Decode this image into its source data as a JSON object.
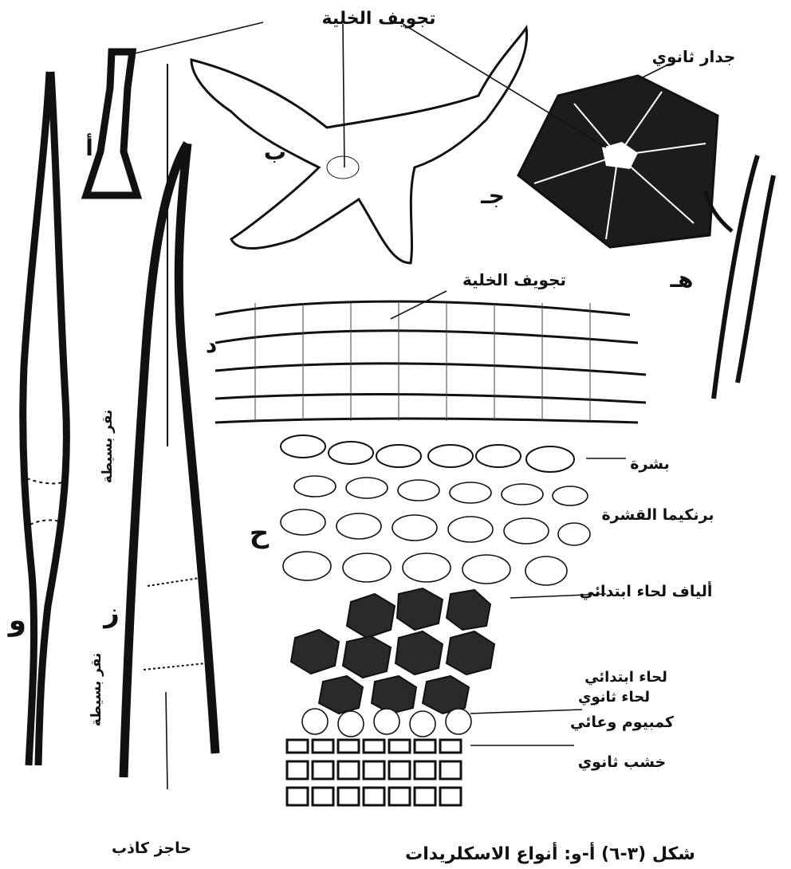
{
  "labels": {
    "cell_lumen_top": "تجويف الخلية",
    "secondary_wall": "جدار ثانوي",
    "cell_lumen_mid": "تجويف الخلية",
    "epidermis": "بشرة",
    "cortex_parenchyma": "برنكيما القشرة",
    "primary_phloem_fibers": "ألياف لحاء ابتدائي",
    "primary_phloem": "لحاء ابتدائي",
    "secondary_phloem": "لحاء ثانوي",
    "cambium": "كمبيوم وعائي",
    "secondary_xylem": "خشب ثانوي",
    "simple_pit_1": "نقر بسيطة",
    "simple_pit_2": "نقر بسيطة",
    "false_septum": "حاجز كاذب",
    "caption": "شكل (٣-٦) أ-و: أنواع الاسكلريدات"
  },
  "letters": {
    "a": "أ",
    "b": "ب",
    "j": "جـ",
    "d": "د",
    "h": "هـ",
    "hh": "ح",
    "w": "و",
    "z": "ز"
  }
}
